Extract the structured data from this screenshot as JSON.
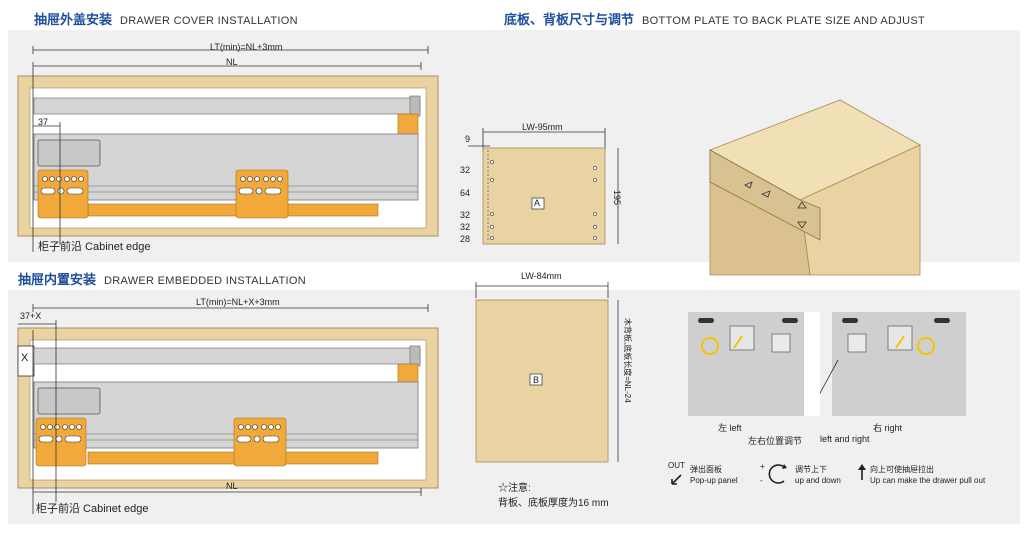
{
  "colors": {
    "wood": "#e9d3a3",
    "wood_edge": "#a98c55",
    "drawer_gray": "#d5d5d5",
    "rail_orange": "#f2a93b",
    "title_blue": "#1f4e9c",
    "panel_bg": "#f0f0f0"
  },
  "cover": {
    "title_cn": "抽屉外盖安装",
    "title_en": "DRAWER COVER INSTALLATION",
    "lt_label": "LT(min)=NL+3mm",
    "nl_label": "NL",
    "offset_label": "37",
    "edge_label": "柜子前沿 Cabinet edge"
  },
  "embedded": {
    "title_cn": "抽屉内置安装",
    "title_en": "DRAWER EMBEDDED INSTALLATION",
    "lt_label": "LT(min)=NL+X+3mm",
    "offset_label": "37+X",
    "x_label": "X",
    "nl_label": "NL",
    "edge_label": "柜子前沿 Cabinet edge"
  },
  "plates": {
    "title_cn": "底板、背板尺寸与调节",
    "title_en": "BOTTOM PLATE TO BACK PLATE SIZE AND ADJUST",
    "plate_a": {
      "width_label": "LW-95mm",
      "left_offset": "9",
      "height_label": "195",
      "hole_dims": [
        "32",
        "64",
        "32",
        "32",
        "28"
      ],
      "name": "A"
    },
    "plate_b": {
      "width_label": "LW-84mm",
      "height_label": "木背板,底板长度=NL-24",
      "name": "B"
    },
    "note_title": "☆注意:",
    "note_text": "背板、底板厚度为16 mm"
  },
  "adjust": {
    "left_label": "左 left",
    "right_label": "右 right",
    "pos_label": "左右位置调节",
    "pos_label_en": "left and right"
  },
  "legend": {
    "out_label": "OUT",
    "popup_cn": "弹出面板",
    "popup_en": "Pop-up panel",
    "plus": "+",
    "minus": "-",
    "updown_cn": "调节上下",
    "updown_en": "up and down",
    "pull_cn": "向上可使抽屉拉出",
    "pull_en": "Up can make the drawer pull out"
  }
}
